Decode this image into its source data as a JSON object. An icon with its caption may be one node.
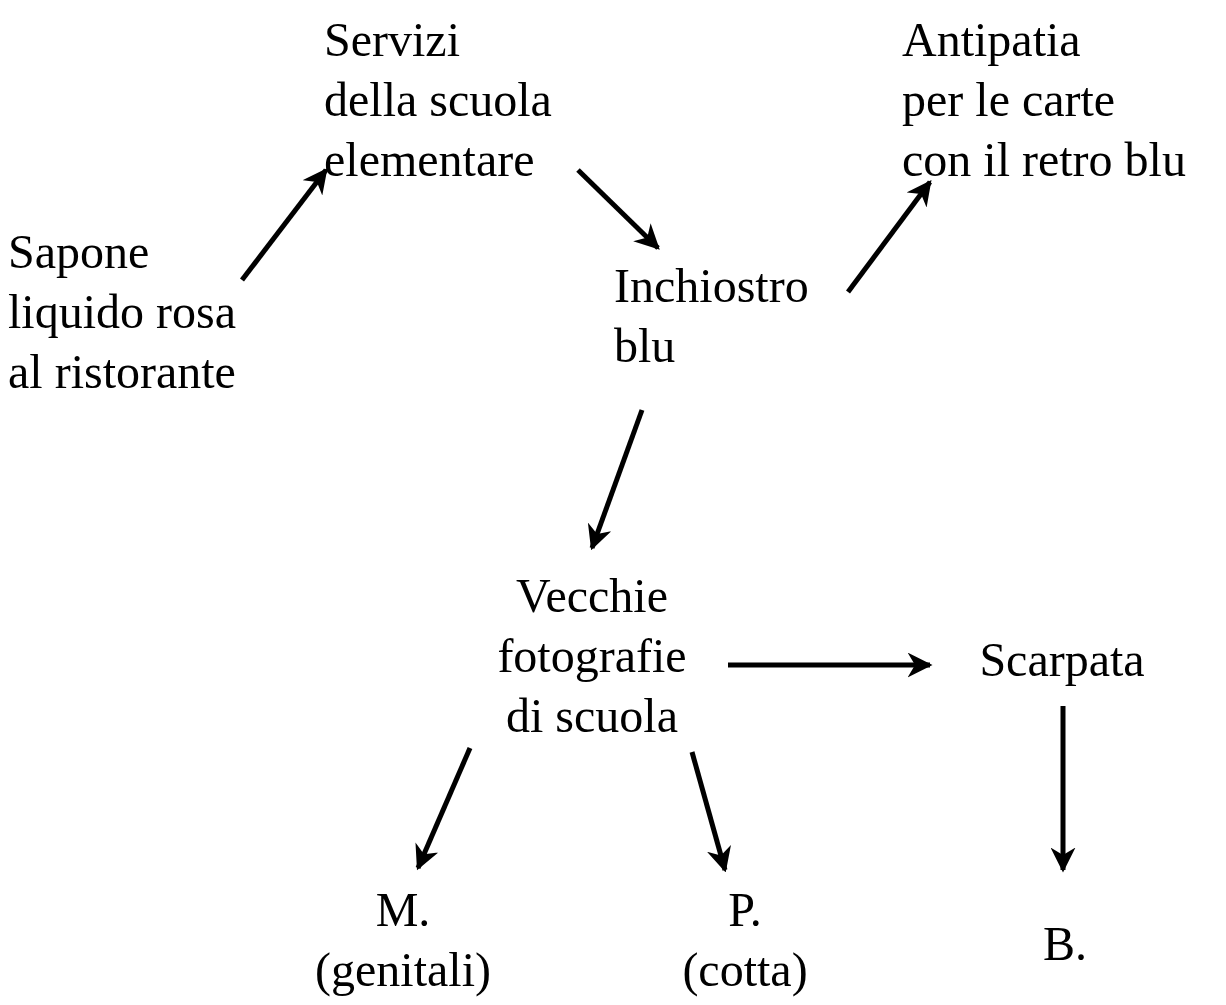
{
  "diagram": {
    "nodes": [
      {
        "text": [
          "Sapone liquido rosa al ristorante"
        ]
      },
      {
        "text": [
          "Servizi della scuola elementare"
        ]
      },
      {
        "text": [
          "Antipatia per le carte con il retro blu"
        ]
      },
      {
        "text": [
          "Inchiostro blu"
        ]
      },
      {
        "text": [
          "Vecchie fotografie di scuola"
        ]
      },
      {
        "text": [
          "Scarpata"
        ]
      },
      {
        "text": [
          "M. (genitali)"
        ]
      },
      {
        "text": [
          "P. (cotta)"
        ]
      },
      {
        "text": [
          "B."
        ]
      }
    ],
    "edges": [
      {
        "from": 0,
        "to": 1,
        "arrow": "to"
      },
      {
        "from": 1,
        "to": 3,
        "arrow": "to"
      },
      {
        "from": 3,
        "to": 2,
        "arrow": "to"
      },
      {
        "from": 3,
        "to": 4,
        "arrow": "to"
      },
      {
        "from": 4,
        "to": 5,
        "arrow": "to"
      },
      {
        "from": 4,
        "to": 6,
        "arrow": "to"
      },
      {
        "from": 4,
        "to": 7,
        "arrow": "to"
      },
      {
        "from": 5,
        "to": 8,
        "arrow": "to"
      }
    ]
  }
}
